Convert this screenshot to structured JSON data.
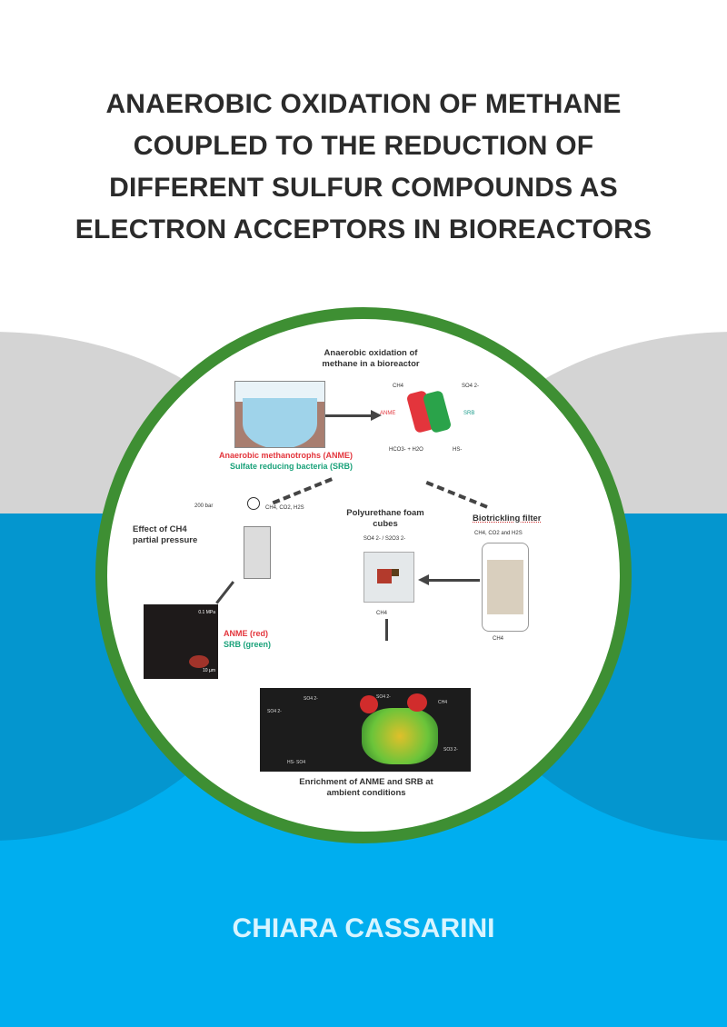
{
  "cover": {
    "title_lines": [
      "ANAEROBIC OXIDATION OF METHANE",
      "COUPLED TO THE REDUCTION OF",
      "DIFFERENT SULFUR COMPOUNDS AS",
      "ELECTRON ACCEPTORS IN BIOREACTORS"
    ],
    "author": "CHIARA CASSARINI",
    "colors": {
      "background_top": "#ffffff",
      "grey_shape": "#d4d4d4",
      "dark_blue_shape": "#0496cf",
      "cyan_band": "#00aeef",
      "ring_green": "#3e8f33",
      "author_text": "#d8f4ff",
      "title_text": "#2b2b2b"
    }
  },
  "figure": {
    "top_label_lines": [
      "Anaerobic oxidation of",
      "methane in a bioreactor"
    ],
    "anme_label": "Anaerobic methanotrophs (ANME)",
    "srb_label": "Sulfate reducing bacteria (SRB)",
    "consortium_labels": {
      "ch4": "CH4",
      "so4": "SO4 2-",
      "anme": "ANME",
      "srb": "SRB",
      "hco3": "HCO3- + H2O",
      "hs": "HS-"
    },
    "ch4_pressure_label_lines": [
      "Effect of CH4",
      "partial pressure"
    ],
    "pressure_gauge": "200 bar",
    "vessel_inputs": "CH4, CO2, H2S",
    "vessel_ch4": "CH4",
    "micro_left": {
      "label_anme": "ANME (red)",
      "label_srb": "SRB (green)",
      "corner_tl": "0.1 MPa",
      "scale": "10 µm"
    },
    "foam_label_lines": [
      "Polyurethane foam",
      "cubes"
    ],
    "foam_inputs": "SO4 2- / S2O3 2-",
    "foam_output": "CH4",
    "filter_label": "Biotrickling filter",
    "filter_inputs": "CH4, CO2 and H2S",
    "filter_output": "CH4",
    "enrichment_label_lines": [
      "Enrichment of ANME and SRB at",
      "ambient conditions"
    ],
    "micro_bottom_labels": [
      "SO4 2-",
      "SO4 2-",
      "SO4 2-",
      "CH4",
      "HS- SO4",
      "SO3 2-"
    ]
  }
}
